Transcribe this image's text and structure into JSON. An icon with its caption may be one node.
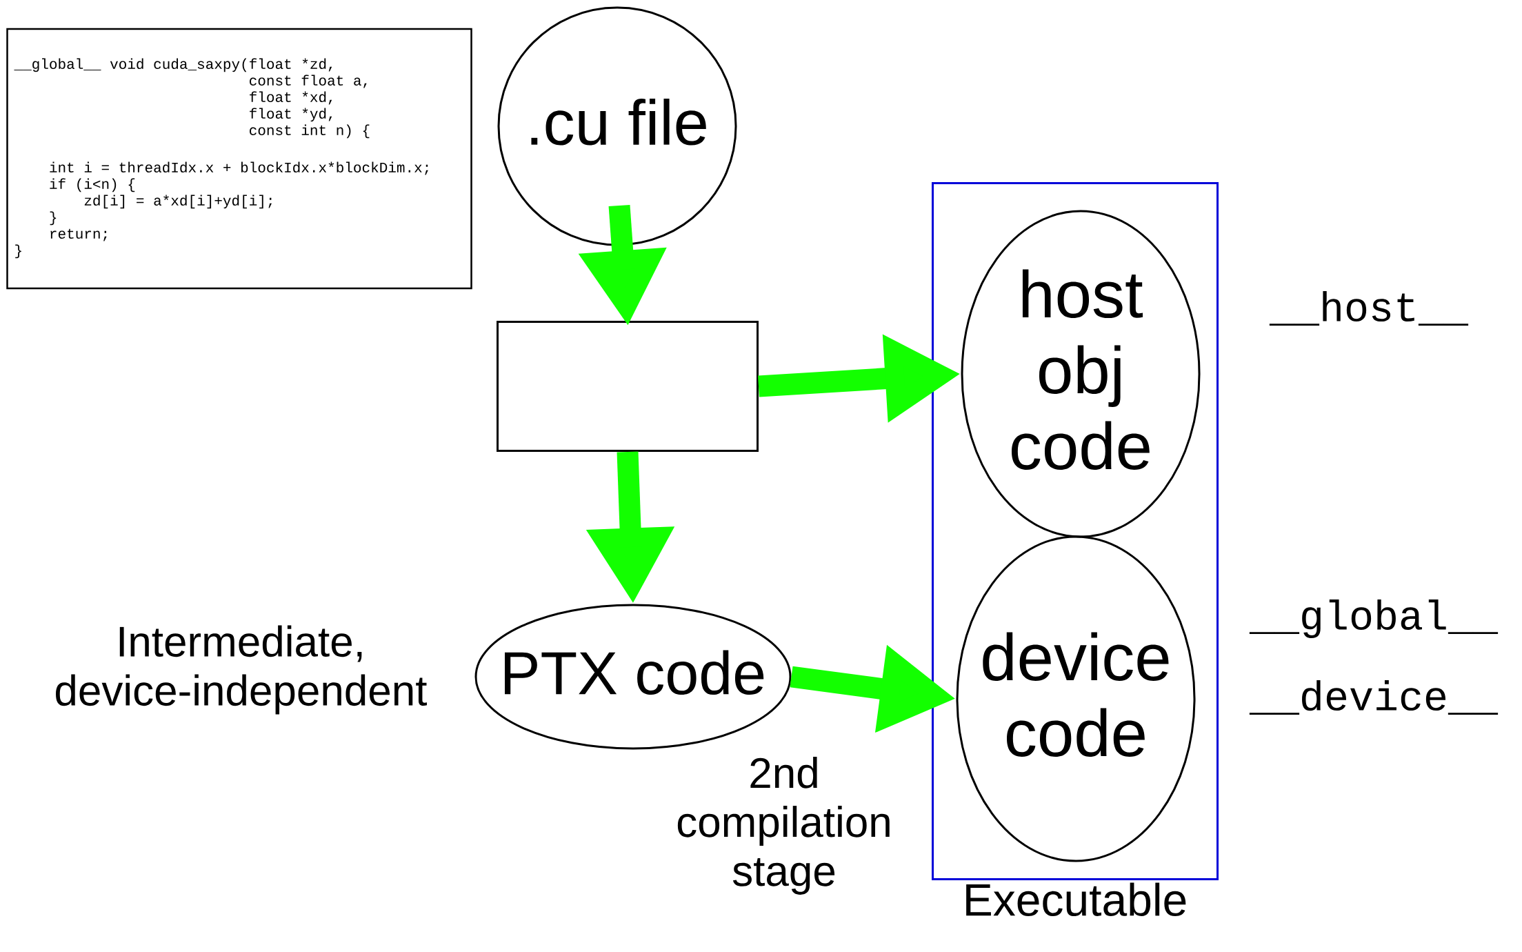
{
  "diagram": {
    "nodes": [
      {
        "text": [
          "__global__ void cuda_saxpy(float *zd,",
          "const float a,",
          "float *xd,",
          "float *yd,",
          "const int n) {",
          "int i = threadIdx.x + blockIdx.x*blockDim.x;",
          "if (i<n) {",
          "zd[i] = a*xd[i]+yd[i];",
          "}",
          "return;",
          "}"
        ]
      },
      {
        "text": [
          ".cu file"
        ]
      },
      {
        "text": [],
        "shape": "box"
      },
      {
        "text": [
          "Executable"
        ]
      },
      {
        "text": [
          "host obj code"
        ],
        "in": 3,
        "beside": [
          "__host__"
        ]
      },
      {
        "text": [
          "device code"
        ],
        "in": 3,
        "beside": [
          "__global__",
          "__device__"
        ]
      },
      {
        "text": [
          "PTX code"
        ],
        "beside": [
          "Intermediate, device-independent"
        ]
      }
    ],
    "edges": [
      {
        "from": 1,
        "to": 2,
        "arrow": "to"
      },
      {
        "from": 2,
        "to": 4,
        "arrow": "to"
      },
      {
        "from": 2,
        "to": 6,
        "arrow": "to"
      },
      {
        "from": 6,
        "to": 5,
        "arrow": "to",
        "label": "2nd compilation stage"
      }
    ]
  }
}
